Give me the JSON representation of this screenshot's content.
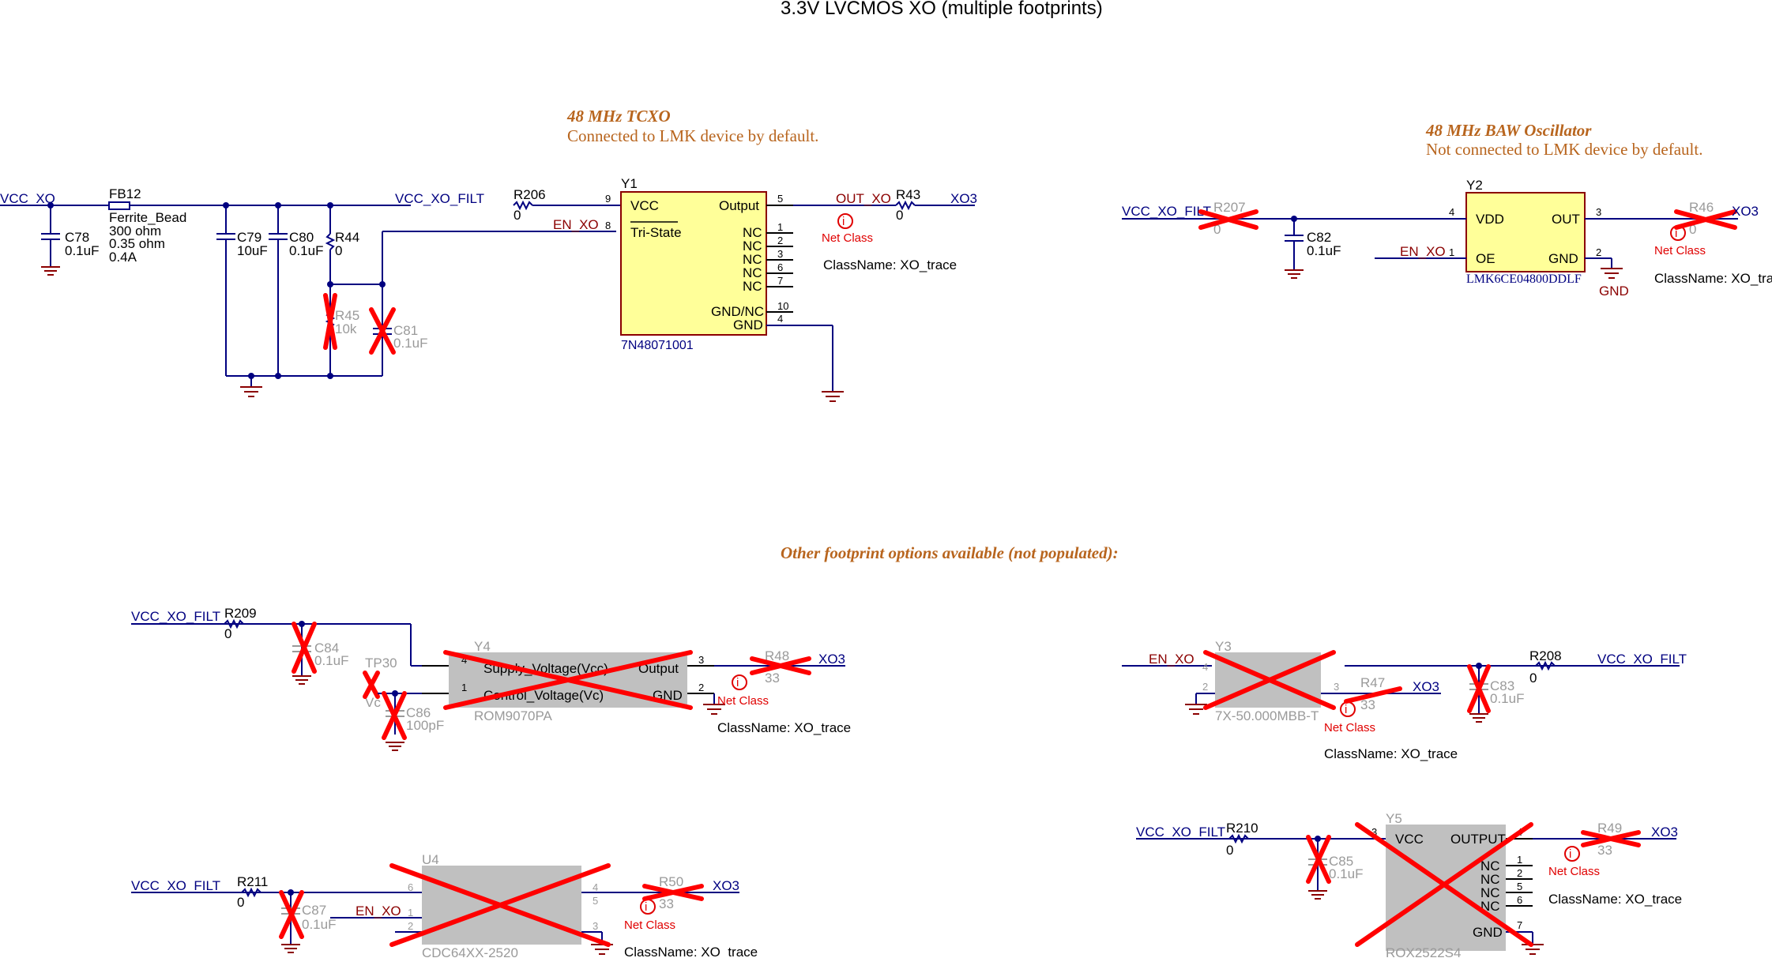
{
  "title": "3.3V LVCMOS XO (multiple   footprints)",
  "notes": {
    "tcxo_title": "48 MHz TCXO",
    "tcxo_sub": "Connected to LMK device by default.",
    "baw_title": "48 MHz BAW Oscillator",
    "baw_sub": "Not connected to LMK device by default.",
    "other": "Other footprint options available (not populated):"
  },
  "nets": {
    "vcc_xo": "VCC_XO",
    "vcc_xo_filt": "VCC_XO_FILT",
    "en_xo": "EN_XO",
    "out_xo": "OUT_XO",
    "xo3": "XO3",
    "gnd": "GND",
    "vc": "Vc"
  },
  "net_class": "Net Class",
  "class_name": "ClassName: XO_trace",
  "components": {
    "fb12": {
      "ref": "FB12",
      "type": "Ferrite_Bead",
      "v1": "300 ohm",
      "v2": "0.35 ohm",
      "v3": "0.4A"
    },
    "c78": {
      "ref": "C78",
      "val": "0.1uF"
    },
    "c79": {
      "ref": "C79",
      "val": "10uF"
    },
    "c80": {
      "ref": "C80",
      "val": "0.1uF"
    },
    "r44": {
      "ref": "R44",
      "val": "0"
    },
    "r45": {
      "ref": "R45",
      "val": "10k"
    },
    "c81": {
      "ref": "C81",
      "val": "0.1uF"
    },
    "r206": {
      "ref": "R206",
      "val": "0"
    },
    "r43": {
      "ref": "R43",
      "val": "0"
    },
    "y1": {
      "ref": "Y1",
      "part": "7N48071001",
      "vcc": "VCC",
      "tristate": "Tri-State",
      "output": "Output",
      "nc": "NC",
      "gndnc": "GND/NC",
      "gnd": "GND",
      "pins": {
        "p9": "9",
        "p8": "8",
        "p5": "5",
        "p1": "1",
        "p2": "2",
        "p3": "3",
        "p6": "6",
        "p7": "7",
        "p10": "10",
        "p4": "4"
      }
    },
    "r207": {
      "ref": "R207",
      "val": "0"
    },
    "c82": {
      "ref": "C82",
      "val": "0.1uF"
    },
    "r46": {
      "ref": "R46",
      "val": "0"
    },
    "y2": {
      "ref": "Y2",
      "part": "LMK6CE04800DDLF",
      "vdd": "VDD",
      "out": "OUT",
      "oe": "OE",
      "gnd": "GND",
      "pins": {
        "p4": "4",
        "p3": "3",
        "p1": "1",
        "p2": "2"
      }
    },
    "r209": {
      "ref": "R209",
      "val": "0"
    },
    "c84": {
      "ref": "C84",
      "val": "0.1uF"
    },
    "tp30": {
      "ref": "TP30"
    },
    "c86": {
      "ref": "C86",
      "val": "100pF"
    },
    "y4": {
      "ref": "Y4",
      "part": "ROM9070PA",
      "supply": "Supply_Voltage(Vcc)",
      "control": "Control_Voltage(Vc)",
      "output": "Output",
      "gnd": "GND",
      "pins": {
        "p4": "4",
        "p1": "1",
        "p3": "3",
        "p2": "2"
      }
    },
    "r48": {
      "ref": "R48",
      "val": "33"
    },
    "y3": {
      "ref": "Y3",
      "part": "7X-50.000MBB-T",
      "pins": {
        "p4": "4",
        "p2": "2",
        "p3": "3"
      }
    },
    "r47": {
      "ref": "R47",
      "val": "33"
    },
    "c83": {
      "ref": "C83",
      "val": "0.1uF"
    },
    "r208": {
      "ref": "R208",
      "val": "0"
    },
    "r211": {
      "ref": "R211",
      "val": "0"
    },
    "c87": {
      "ref": "C87",
      "val": "0.1uF"
    },
    "u4": {
      "ref": "U4",
      "part": "CDC64XX-2520",
      "pins": {
        "p6": "6",
        "p1": "1",
        "p2": "2",
        "p4": "4",
        "p5": "5",
        "p3": "3"
      }
    },
    "r50": {
      "ref": "R50",
      "val": "33"
    },
    "r210": {
      "ref": "R210",
      "val": "0"
    },
    "c85": {
      "ref": "C85",
      "val": "0.1uF"
    },
    "y5": {
      "ref": "Y5",
      "part": "ROX2522S4",
      "vcc": "VCC",
      "output": "OUTPUT",
      "nc": "NC",
      "gnd": "GND",
      "pins": {
        "p3": "3",
        "p4": "4",
        "p1": "1",
        "p2": "2",
        "p5": "5",
        "p6": "6",
        "p7": "7"
      }
    },
    "r49": {
      "ref": "R49",
      "val": "33"
    }
  }
}
